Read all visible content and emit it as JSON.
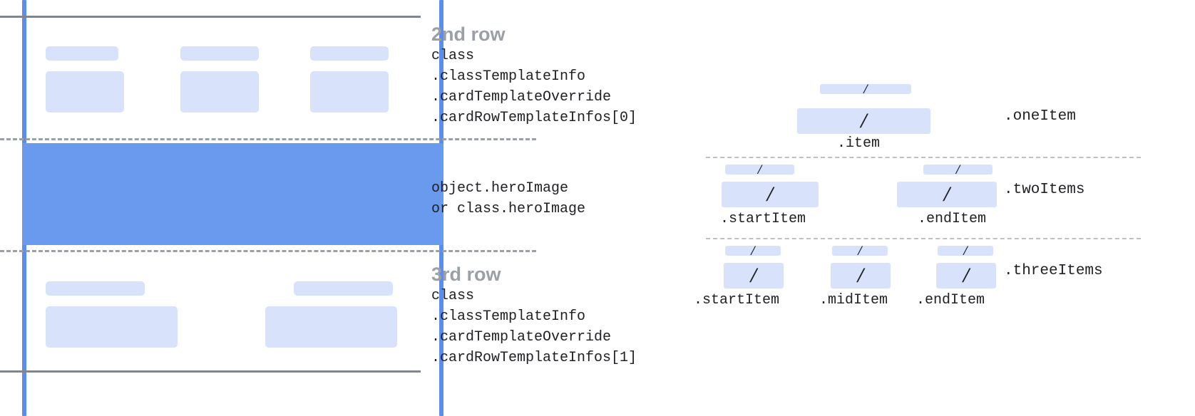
{
  "diagram": {
    "title_color": "#9aa0a6",
    "accent_color": "#5b8def",
    "placeholder_color": "#d9e2fb",
    "hero_color": "#6a9aee",
    "rows": [
      {
        "heading": "2nd row",
        "lines": [
          "class",
          ".classTemplateInfo",
          ".cardTemplateOverride",
          ".cardRowTemplateInfos[0]"
        ]
      },
      {
        "heading": "",
        "lines": [
          "object.heroImage",
          "or class.heroImage"
        ]
      },
      {
        "heading": "3rd row",
        "lines": [
          "class",
          ".classTemplateInfo",
          ".cardTemplateOverride",
          ".cardRowTemplateInfos[1]"
        ]
      }
    ]
  },
  "items": {
    "slash_glyph": "/",
    "variants": [
      {
        "name": ".oneItem",
        "cells": [
          {
            "label": ".item"
          }
        ]
      },
      {
        "name": ".twoItems",
        "cells": [
          {
            "label": ".startItem"
          },
          {
            "label": ".endItem"
          }
        ]
      },
      {
        "name": ".threeItems",
        "cells": [
          {
            "label": ".startItem"
          },
          {
            "label": ".midItem"
          },
          {
            "label": ".endItem"
          }
        ]
      }
    ]
  }
}
